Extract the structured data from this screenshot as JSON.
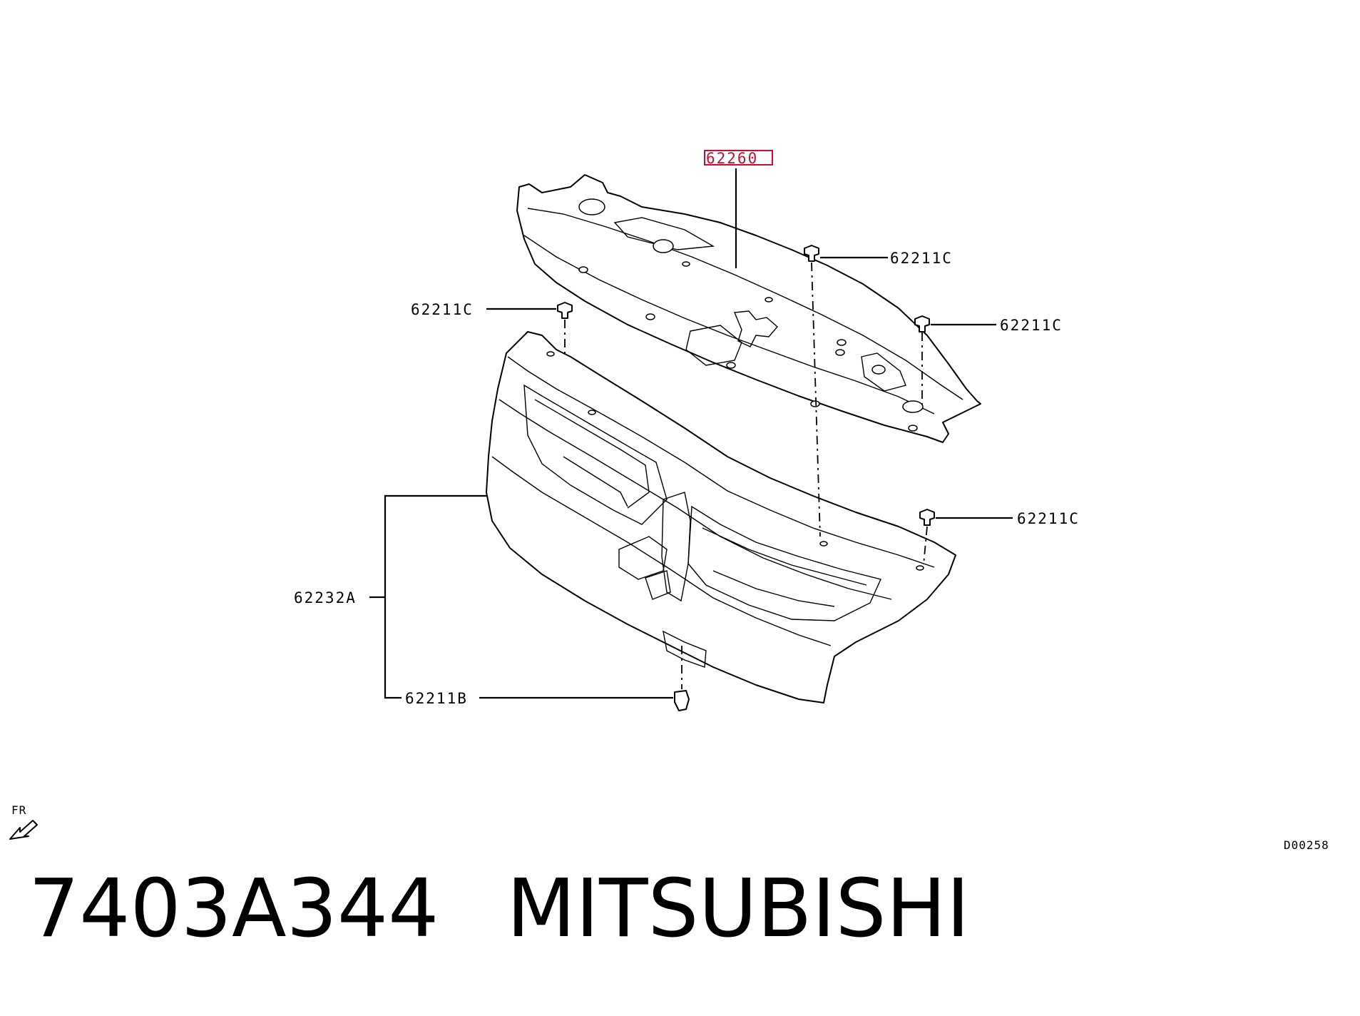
{
  "diagram": {
    "callouts": {
      "main_part": "62260",
      "clip_upper_center": "62211C",
      "clip_left": "62211C",
      "clip_right": "62211C",
      "clip_lower_right": "62211C",
      "grille_assy": "62232A",
      "clip_bottom": "62211B"
    },
    "highlight_color": "#c8102e",
    "front_indicator": "FR",
    "drawing_ref": "D00258"
  },
  "caption": {
    "part_number": "7403A344",
    "brand": "MITSUBISHI"
  }
}
